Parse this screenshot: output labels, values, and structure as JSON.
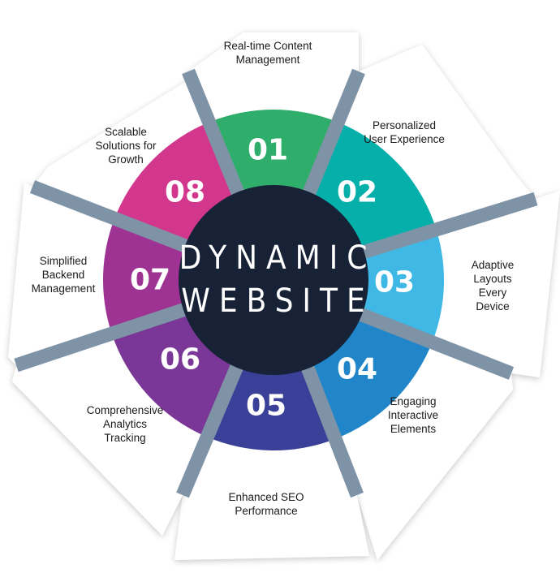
{
  "title": {
    "line1": "DYNAMIC",
    "line2": "WEBSITE"
  },
  "colors": {
    "center": "#172236",
    "bar": "#7f93a7"
  },
  "segments": [
    {
      "number": "01",
      "color": "#d3378d",
      "label": [
        "Real-time Content",
        "Management"
      ]
    },
    {
      "number": "02",
      "color": "#2fad6a",
      "label": [
        "Personalized",
        "User Experience"
      ]
    },
    {
      "number": "03",
      "color": "#06b0aa",
      "label": [
        "Adaptive",
        "Layouts",
        "Every",
        "Device"
      ]
    },
    {
      "number": "04",
      "color": "#3fb8e6",
      "label": [
        "Engaging",
        "Interactive",
        "Elements"
      ]
    },
    {
      "number": "05",
      "color": "#2186c9",
      "label": [
        "Enhanced SEO",
        "Performance"
      ]
    },
    {
      "number": "06",
      "color": "#3a3f98",
      "label": [
        "Comprehensive",
        "Analytics",
        "Tracking"
      ]
    },
    {
      "number": "07",
      "color": "#7a3797",
      "label": [
        "Simplified",
        "Backend",
        "Management"
      ]
    },
    {
      "number": "08",
      "color": "#9e3394",
      "label": [
        "Scalable",
        "Solutions for",
        "Growth"
      ]
    }
  ]
}
